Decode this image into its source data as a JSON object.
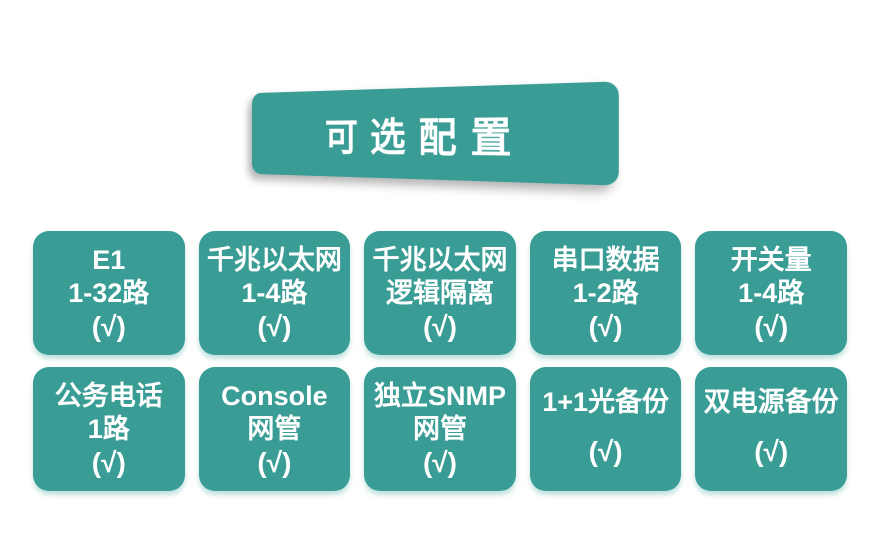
{
  "banner": {
    "title": "可选配置"
  },
  "cards": [
    {
      "id": "e1",
      "lines": [
        "E1",
        "1-32路"
      ],
      "check": "(√)"
    },
    {
      "id": "gige",
      "lines": [
        "千兆以太网",
        "1-4路"
      ],
      "check": "(√)"
    },
    {
      "id": "gige-isolation",
      "lines": [
        "千兆以太网",
        "逻辑隔离"
      ],
      "check": "(√)"
    },
    {
      "id": "serial-data",
      "lines": [
        "串口数据",
        "1-2路"
      ],
      "check": "(√)"
    },
    {
      "id": "switch-quantity",
      "lines": [
        "开关量",
        "1-4路"
      ],
      "check": "(√)"
    },
    {
      "id": "service-phone",
      "lines": [
        "公务电话",
        "1路"
      ],
      "check": "(√)"
    },
    {
      "id": "console-nms",
      "lines": [
        "Console",
        "网管"
      ],
      "check": "(√)"
    },
    {
      "id": "snmp-nms",
      "lines": [
        "独立SNMP",
        "网管"
      ],
      "check": "(√)"
    },
    {
      "id": "optical-backup",
      "lines": [
        "1+1光备份"
      ],
      "check": "(√)"
    },
    {
      "id": "power-backup",
      "lines": [
        "双电源备份"
      ],
      "check": "(√)"
    }
  ],
  "colors": {
    "teal": "#3A9D95",
    "text": "#FFFFFF",
    "background": "#FFFFFF"
  }
}
